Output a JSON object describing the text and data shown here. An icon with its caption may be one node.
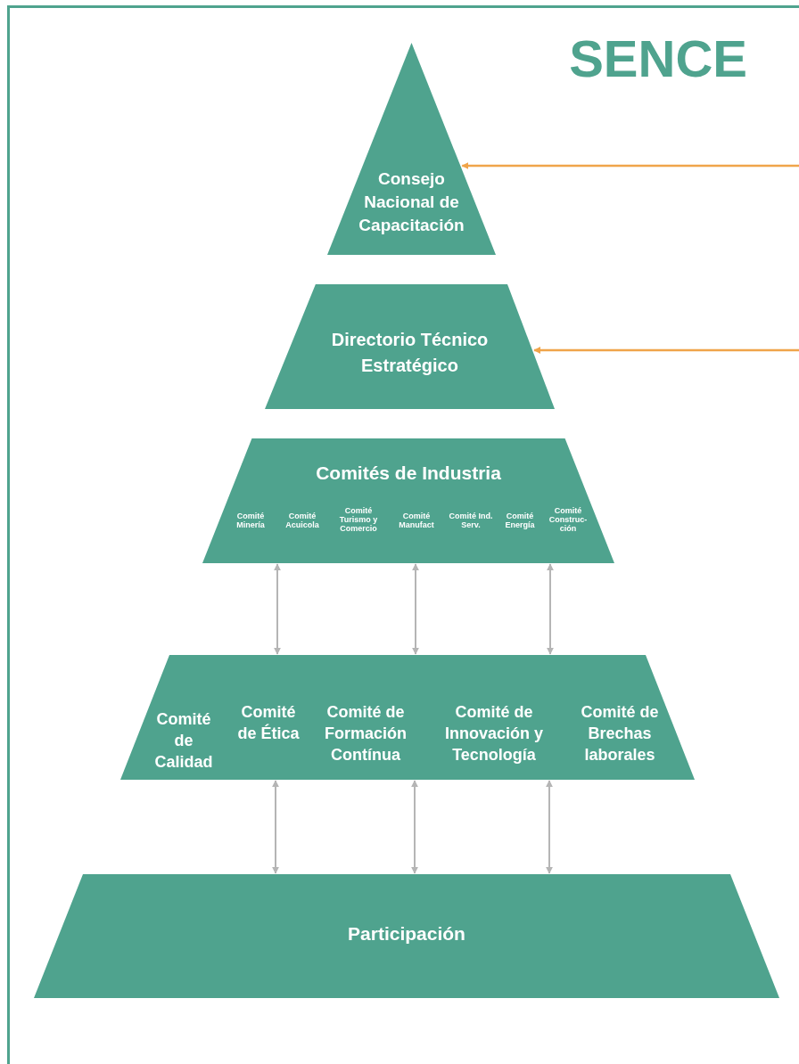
{
  "diagram": {
    "title": "SENCE",
    "nodes": [
      {
        "text": [
          "Consejo Nacional de Capacitación"
        ]
      },
      {
        "text": [
          "Directorio Técnico Estratégico"
        ]
      },
      {
        "text": [
          "Comités de Industria"
        ]
      },
      {
        "text": [
          "Comité Minería"
        ],
        "in": 2
      },
      {
        "text": [
          "Comité Acuicola"
        ],
        "in": 2
      },
      {
        "text": [
          "Comité Turismo y Comercio"
        ],
        "in": 2
      },
      {
        "text": [
          "Comité Manufact"
        ],
        "in": 2
      },
      {
        "text": [
          "Comité Ind. Serv."
        ],
        "in": 2
      },
      {
        "text": [
          "Comité Energía"
        ],
        "in": 2
      },
      {
        "text": [
          "Comité Construc-ción"
        ],
        "in": 2
      },
      {
        "text": [],
        "shape": "trapezoid"
      },
      {
        "text": [
          "Comité de Calidad"
        ],
        "in": 10
      },
      {
        "text": [
          "Comité de Ética"
        ],
        "in": 10
      },
      {
        "text": [
          "Comité de Formación Contínua"
        ],
        "in": 10
      },
      {
        "text": [
          "Comité de Innovación y Tecnología"
        ],
        "in": 10
      },
      {
        "text": [
          "Comité de Brechas laborales"
        ],
        "in": 10
      },
      {
        "text": [
          "Participación"
        ]
      }
    ],
    "edges": [
      {
        "from": null,
        "to": 0,
        "arrow": "to",
        "color": "#f0a44a"
      },
      {
        "from": null,
        "to": 1,
        "arrow": "to",
        "color": "#f0a44a"
      },
      {
        "from": 2,
        "to": 10,
        "arrow": "both"
      },
      {
        "from": 2,
        "to": 10,
        "arrow": "both"
      },
      {
        "from": 2,
        "to": 10,
        "arrow": "both"
      },
      {
        "from": 10,
        "to": 16,
        "arrow": "both"
      },
      {
        "from": 10,
        "to": 16,
        "arrow": "both"
      },
      {
        "from": 10,
        "to": 16,
        "arrow": "both"
      }
    ]
  }
}
